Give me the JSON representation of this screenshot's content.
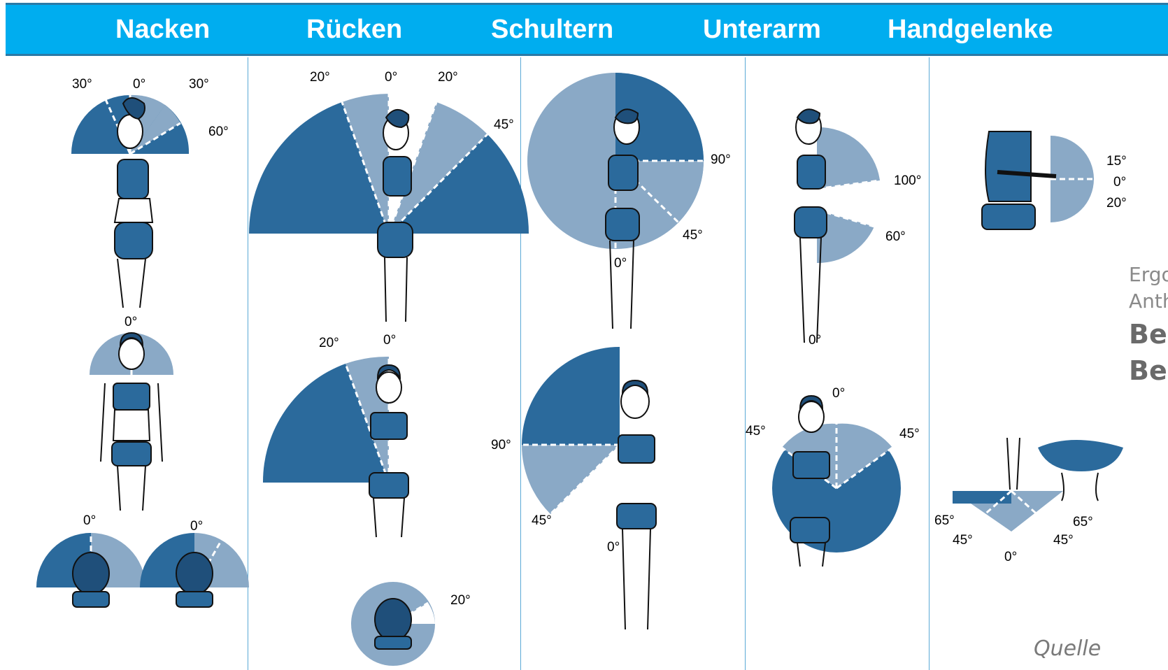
{
  "header": {
    "columns": [
      {
        "label": "Nacken"
      },
      {
        "label": "Rücken"
      },
      {
        "label": "Schultern"
      },
      {
        "label": "Unterarm"
      },
      {
        "label": "Handgelenke"
      }
    ]
  },
  "angles": {
    "nacken": [
      "30°",
      "0°",
      "30°",
      "60°",
      "0°",
      "0°",
      "0°"
    ],
    "ruecken": [
      "20°",
      "0°",
      "20°",
      "45°",
      "20°",
      "0°",
      "20°"
    ],
    "schultern": [
      "90°",
      "45°",
      "0°",
      "90°",
      "45°",
      "0°"
    ],
    "unterarm": [
      "100°",
      "60°",
      "0°",
      "0°",
      "45°",
      "45°"
    ],
    "handgelenke": [
      "15°",
      "0°",
      "20°",
      "65°",
      "65°",
      "45°",
      "45°",
      "0°"
    ]
  },
  "side": {
    "line1": "Ergo",
    "line2": "Anth",
    "line3": "Be",
    "line4": "Be",
    "source": "Quelle"
  },
  "colors": {
    "header": "#00adef",
    "dark_sector": "#2b6a9c",
    "light_sector": "#8aa9c6"
  }
}
